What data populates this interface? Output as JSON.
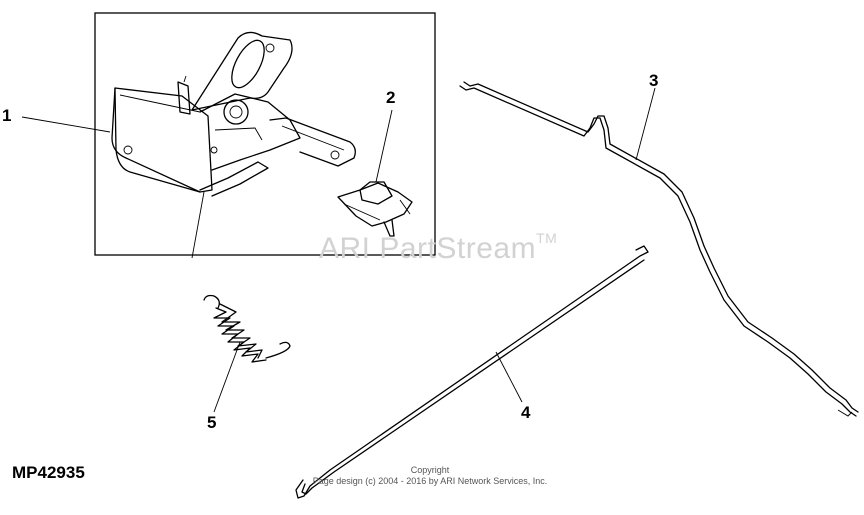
{
  "callouts": {
    "c1": "1",
    "c2": "2",
    "c3": "3",
    "c4": "4",
    "c5": "5"
  },
  "figure_id": "MP42935",
  "watermark": {
    "text": "ARI PartStream",
    "mark": "TM"
  },
  "copyright": {
    "line1": "Copyright",
    "line2": "Page design (c) 2004 - 2016 by ARI Network Services, Inc."
  }
}
